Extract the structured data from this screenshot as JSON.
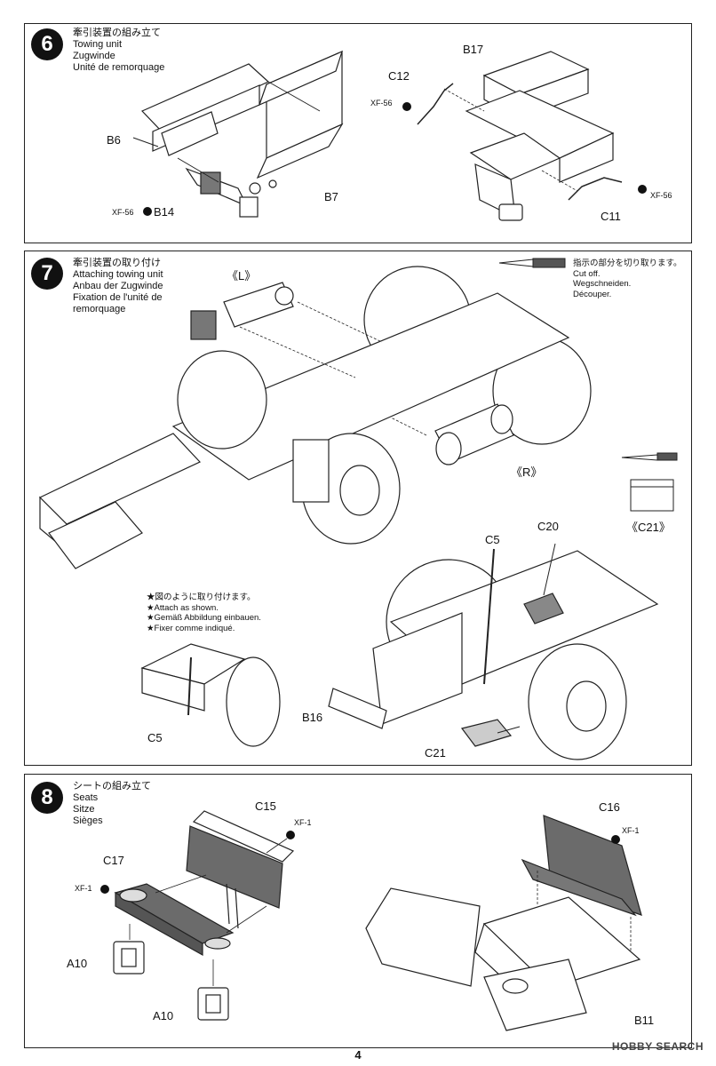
{
  "step6": {
    "number": "6",
    "title_jp": "牽引装置の組み立て",
    "title_en": "Towing unit",
    "title_de": "Zugwinde",
    "title_fr": "Unité de remorquage",
    "labels": {
      "b6": "B6",
      "b7": "B7",
      "b14": "B14",
      "b17": "B17",
      "c12": "C12",
      "c11": "C11"
    },
    "paint_left": "XF-56",
    "paint_c12": "XF-56",
    "paint_c11": "XF-56"
  },
  "step7": {
    "number": "7",
    "title_jp": "牽引装置の取り付け",
    "title_en": "Attaching towing unit",
    "title_de": "Anbau der Zugwinde",
    "title_fr1": "Fixation de l'unité de",
    "title_fr2": "remorquage",
    "cut_note_jp": "指示の部分を切り取ります。",
    "cut_note_en": "Cut off.",
    "cut_note_de": "Wegschneiden.",
    "cut_note_fr": "Découper.",
    "label_left": "《L》",
    "label_right": "《R》",
    "label_c21_detail": "《C21》",
    "labels": {
      "c5_top": "C5",
      "c20": "C20",
      "b16": "B16",
      "c21": "C21",
      "c5_detail": "C5"
    },
    "attach_note_jp": "★図のように取り付けます。",
    "attach_note_en": "★Attach as shown.",
    "attach_note_de": "★Gemäß Abbildung einbauen.",
    "attach_note_fr": "★Fixer comme indiqué."
  },
  "step8": {
    "number": "8",
    "title_jp": "シートの組み立て",
    "title_en": "Seats",
    "title_de": "Sitze",
    "title_fr": "Sièges",
    "labels": {
      "c15": "C15",
      "c17": "C17",
      "a10_top": "A10",
      "a10_bottom": "A10",
      "c16": "C16",
      "b11": "B11"
    },
    "paint_c15": "XF-1",
    "paint_c17": "XF-1",
    "paint_c16": "XF-1"
  },
  "footer": {
    "page_number": "4",
    "watermark": "HOBBY SEARCH"
  }
}
